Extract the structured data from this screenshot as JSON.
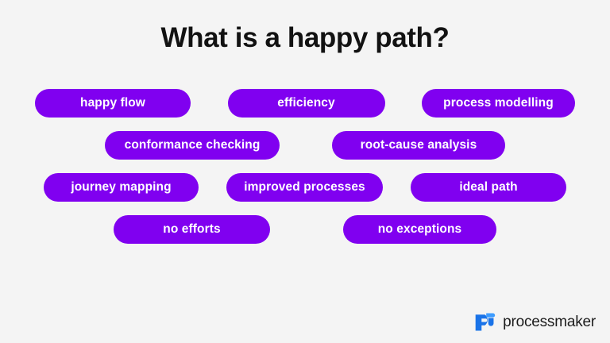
{
  "page": {
    "title": "What is a happy path?",
    "background_color": "#f4f4f4",
    "accent_color": "#8000f0",
    "title_color": "#121212"
  },
  "keyword_rows": [
    {
      "row_name": "row-1",
      "pills": [
        {
          "label": "happy flow"
        },
        {
          "label": "efficiency"
        },
        {
          "label": "process modelling"
        }
      ]
    },
    {
      "row_name": "row-2",
      "pills": [
        {
          "label": "conformance checking"
        },
        {
          "label": "root-cause analysis"
        }
      ]
    },
    {
      "row_name": "row-3",
      "pills": [
        {
          "label": "journey mapping"
        },
        {
          "label": "improved processes"
        },
        {
          "label": "ideal path"
        }
      ]
    },
    {
      "row_name": "row-4",
      "pills": [
        {
          "label": "no efforts"
        },
        {
          "label": "no exceptions"
        }
      ]
    }
  ],
  "brand": {
    "wordmark": "processmaker",
    "mark_icon": "processmaker-p-logo-icon",
    "mark_color_primary": "#1a73e8",
    "mark_color_secondary": "#3d9cff",
    "wordmark_color": "#1c1c1c"
  }
}
